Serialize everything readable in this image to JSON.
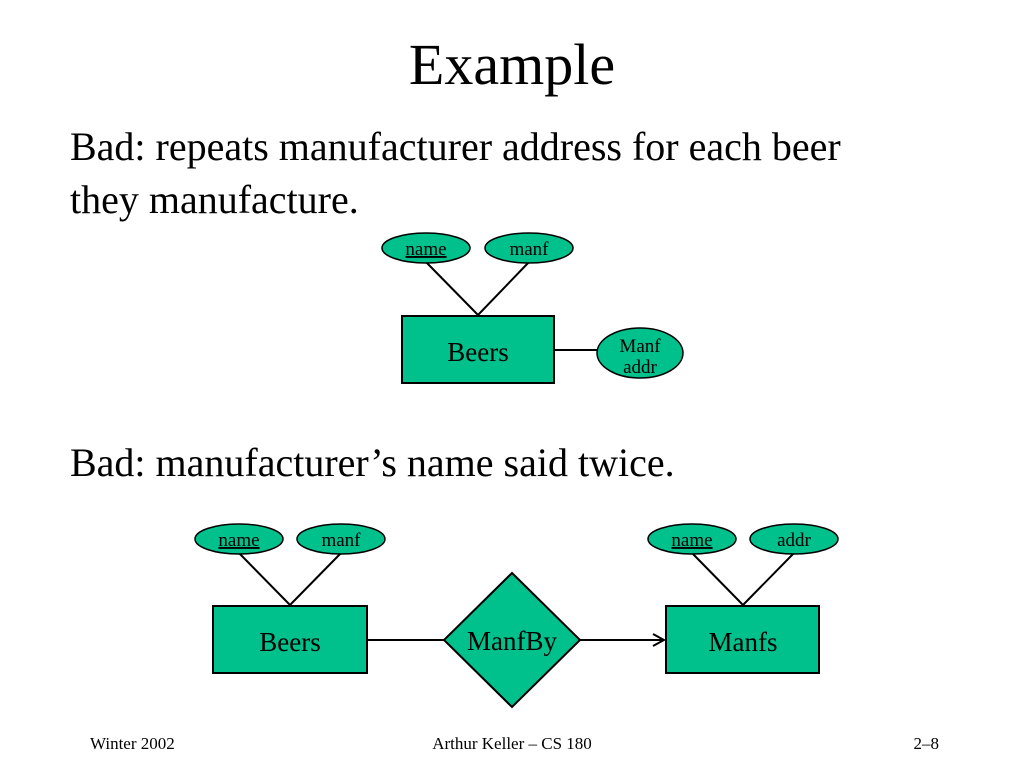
{
  "slide": {
    "title": "Example",
    "bullet1_line1": "Bad: repeats manufacturer address for each beer",
    "bullet1_line2": "they manufacture.",
    "bullet2": "Bad: manufacturer’s name said twice."
  },
  "diagram1": {
    "entity": "Beers",
    "attr_name": "name",
    "attr_manf": "manf",
    "attr_addr_line1": "Manf",
    "attr_addr_line2": "addr"
  },
  "diagram2": {
    "entity_left": "Beers",
    "left_attr_name": "name",
    "left_attr_manf": "manf",
    "relationship": "ManfBy",
    "entity_right": "Manfs",
    "right_attr_name": "name",
    "right_attr_addr": "addr"
  },
  "footer": {
    "left": "Winter 2002",
    "center": "Arthur Keller – CS 180",
    "right": "2–8"
  },
  "colors": {
    "fill": "#00c08c",
    "stroke": "#000000",
    "background": "#ffffff"
  }
}
